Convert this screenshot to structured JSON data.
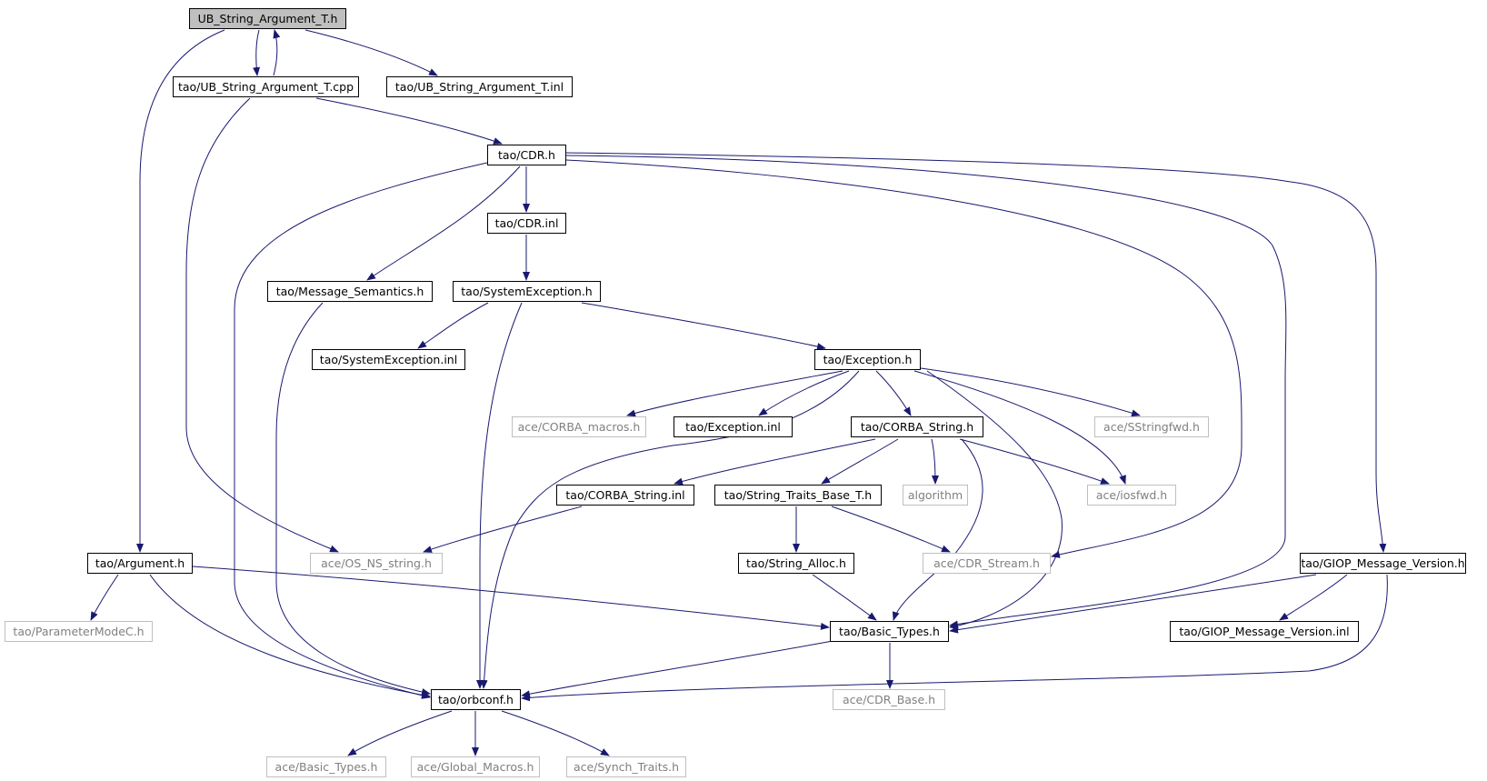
{
  "diagram": {
    "title": "",
    "colors": {
      "edge": "#191970",
      "node_border": "#000000",
      "external_border": "#bfbfbf",
      "external_text": "#808080",
      "root_fill": "#bfbfbf"
    },
    "nodes": [
      {
        "id": "n_root",
        "label": "UB_String_Argument_T.h",
        "kind": "root"
      },
      {
        "id": "n_ubcpp",
        "label": "tao/UB_String_Argument_T.cpp",
        "kind": "internal"
      },
      {
        "id": "n_ubinl",
        "label": "tao/UB_String_Argument_T.inl",
        "kind": "internal"
      },
      {
        "id": "n_cdr",
        "label": "tao/CDR.h",
        "kind": "internal"
      },
      {
        "id": "n_cdrinl",
        "label": "tao/CDR.inl",
        "kind": "internal"
      },
      {
        "id": "n_msgsem",
        "label": "tao/Message_Semantics.h",
        "kind": "internal"
      },
      {
        "id": "n_sysexc",
        "label": "tao/SystemException.h",
        "kind": "internal"
      },
      {
        "id": "n_sysexcinl",
        "label": "tao/SystemException.inl",
        "kind": "internal"
      },
      {
        "id": "n_exc",
        "label": "tao/Exception.h",
        "kind": "internal"
      },
      {
        "id": "n_acecorba",
        "label": "ace/CORBA_macros.h",
        "kind": "external"
      },
      {
        "id": "n_excinl",
        "label": "tao/Exception.inl",
        "kind": "internal"
      },
      {
        "id": "n_corbastr",
        "label": "tao/CORBA_String.h",
        "kind": "internal"
      },
      {
        "id": "n_sstringfwd",
        "label": "ace/SStringfwd.h",
        "kind": "external"
      },
      {
        "id": "n_corbastrinl",
        "label": "tao/CORBA_String.inl",
        "kind": "internal"
      },
      {
        "id": "n_strtraits",
        "label": "tao/String_Traits_Base_T.h",
        "kind": "internal"
      },
      {
        "id": "n_algorithm",
        "label": "algorithm",
        "kind": "external"
      },
      {
        "id": "n_iosfwd",
        "label": "ace/iosfwd.h",
        "kind": "external"
      },
      {
        "id": "n_argument",
        "label": "tao/Argument.h",
        "kind": "internal"
      },
      {
        "id": "n_osns",
        "label": "ace/OS_NS_string.h",
        "kind": "external"
      },
      {
        "id": "n_stralloc",
        "label": "tao/String_Alloc.h",
        "kind": "internal"
      },
      {
        "id": "n_cdrstream",
        "label": "ace/CDR_Stream.h",
        "kind": "external"
      },
      {
        "id": "n_giop",
        "label": "tao/GIOP_Message_Version.h",
        "kind": "internal"
      },
      {
        "id": "n_parammode",
        "label": "tao/ParameterModeC.h",
        "kind": "external"
      },
      {
        "id": "n_basictypes",
        "label": "tao/Basic_Types.h",
        "kind": "internal"
      },
      {
        "id": "n_giopinl",
        "label": "tao/GIOP_Message_Version.inl",
        "kind": "internal"
      },
      {
        "id": "n_orbconf",
        "label": "tao/orbconf.h",
        "kind": "internal"
      },
      {
        "id": "n_cdrbase",
        "label": "ace/CDR_Base.h",
        "kind": "external"
      },
      {
        "id": "n_acebasic",
        "label": "ace/Basic_Types.h",
        "kind": "external"
      },
      {
        "id": "n_globalmacros",
        "label": "ace/Global_Macros.h",
        "kind": "external"
      },
      {
        "id": "n_synchtraits",
        "label": "ace/Synch_Traits.h",
        "kind": "external"
      }
    ],
    "edges": [
      {
        "from": "n_root",
        "to": "n_ubcpp"
      },
      {
        "from": "n_ubcpp",
        "to": "n_root"
      },
      {
        "from": "n_root",
        "to": "n_ubinl"
      },
      {
        "from": "n_root",
        "to": "n_argument"
      },
      {
        "from": "n_ubcpp",
        "to": "n_cdr"
      },
      {
        "from": "n_ubcpp",
        "to": "n_osns"
      },
      {
        "from": "n_cdr",
        "to": "n_cdrinl"
      },
      {
        "from": "n_cdr",
        "to": "n_msgsem"
      },
      {
        "from": "n_cdr",
        "to": "n_orbconf"
      },
      {
        "from": "n_cdr",
        "to": "n_cdrstream"
      },
      {
        "from": "n_cdr",
        "to": "n_basictypes"
      },
      {
        "from": "n_cdr",
        "to": "n_giop"
      },
      {
        "from": "n_cdrinl",
        "to": "n_sysexc"
      },
      {
        "from": "n_msgsem",
        "to": "n_orbconf"
      },
      {
        "from": "n_sysexc",
        "to": "n_sysexcinl"
      },
      {
        "from": "n_sysexc",
        "to": "n_exc"
      },
      {
        "from": "n_sysexc",
        "to": "n_orbconf"
      },
      {
        "from": "n_exc",
        "to": "n_acecorba"
      },
      {
        "from": "n_exc",
        "to": "n_excinl"
      },
      {
        "from": "n_exc",
        "to": "n_corbastr"
      },
      {
        "from": "n_exc",
        "to": "n_sstringfwd"
      },
      {
        "from": "n_exc",
        "to": "n_iosfwd"
      },
      {
        "from": "n_exc",
        "to": "n_orbconf"
      },
      {
        "from": "n_exc",
        "to": "n_basictypes"
      },
      {
        "from": "n_corbastr",
        "to": "n_corbastrinl"
      },
      {
        "from": "n_corbastr",
        "to": "n_strtraits"
      },
      {
        "from": "n_corbastr",
        "to": "n_algorithm"
      },
      {
        "from": "n_corbastr",
        "to": "n_iosfwd"
      },
      {
        "from": "n_corbastr",
        "to": "n_basictypes"
      },
      {
        "from": "n_corbastrinl",
        "to": "n_osns"
      },
      {
        "from": "n_strtraits",
        "to": "n_stralloc"
      },
      {
        "from": "n_strtraits",
        "to": "n_cdrstream"
      },
      {
        "from": "n_stralloc",
        "to": "n_basictypes"
      },
      {
        "from": "n_argument",
        "to": "n_parammode"
      },
      {
        "from": "n_argument",
        "to": "n_basictypes"
      },
      {
        "from": "n_argument",
        "to": "n_orbconf"
      },
      {
        "from": "n_giop",
        "to": "n_basictypes"
      },
      {
        "from": "n_giop",
        "to": "n_giopinl"
      },
      {
        "from": "n_giop",
        "to": "n_orbconf"
      },
      {
        "from": "n_basictypes",
        "to": "n_orbconf"
      },
      {
        "from": "n_basictypes",
        "to": "n_cdrbase"
      },
      {
        "from": "n_orbconf",
        "to": "n_acebasic"
      },
      {
        "from": "n_orbconf",
        "to": "n_globalmacros"
      },
      {
        "from": "n_orbconf",
        "to": "n_synchtraits"
      }
    ]
  }
}
